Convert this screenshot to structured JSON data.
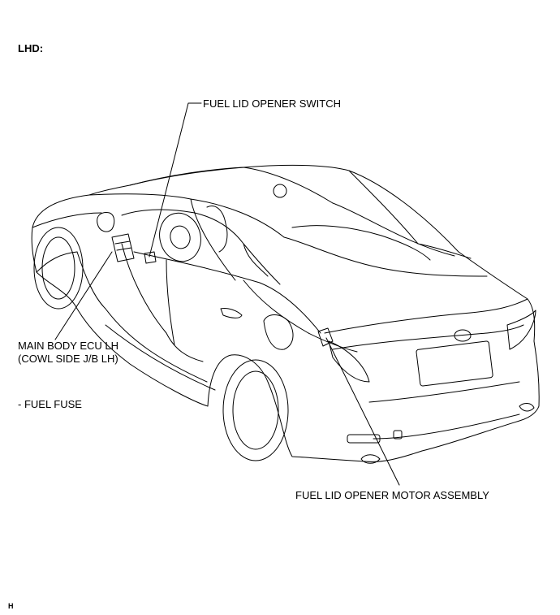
{
  "header": {
    "region": "LHD:"
  },
  "callouts": {
    "fuel_lid_opener_switch": "FUEL LID OPENER SWITCH",
    "main_body_ecu_line1": "MAIN BODY ECU LH",
    "main_body_ecu_line2": "(COWL SIDE J/B LH)",
    "fuel_fuse": "- FUEL FUSE",
    "fuel_lid_opener_motor": "FUEL LID OPENER MOTOR ASSEMBLY"
  },
  "footer": {
    "code": "H"
  }
}
